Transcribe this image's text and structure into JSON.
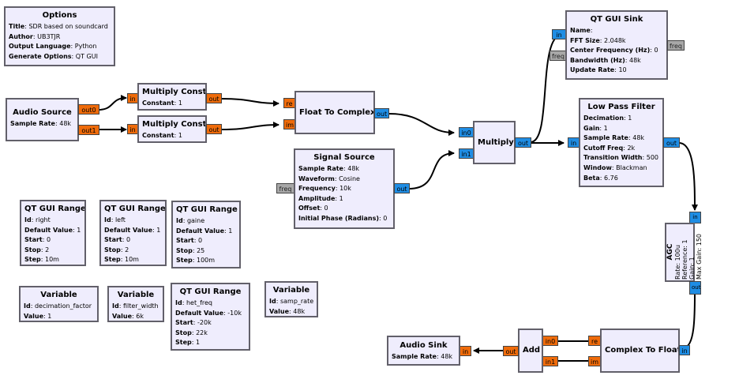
{
  "options": {
    "title": "Options",
    "rows": [
      {
        "k": "Title",
        "v": "SDR based on soundcard"
      },
      {
        "k": "Author",
        "v": "UB3TJR"
      },
      {
        "k": "Output Language",
        "v": "Python"
      },
      {
        "k": "Generate Options",
        "v": "QT GUI"
      }
    ]
  },
  "audio_source": {
    "title": "Audio Source",
    "rows": [
      {
        "k": "Sample Rate",
        "v": "48k"
      }
    ],
    "ports": [
      "out0",
      "out1"
    ]
  },
  "mult_const_1": {
    "title": "Multiply Const",
    "rows": [
      {
        "k": "Constant",
        "v": "1"
      }
    ],
    "in": "in",
    "out": "out"
  },
  "mult_const_2": {
    "title": "Multiply Const",
    "rows": [
      {
        "k": "Constant",
        "v": "1"
      }
    ],
    "in": "in",
    "out": "out"
  },
  "float_to_complex": {
    "title": "Float To Complex",
    "ports_in": [
      "re",
      "im"
    ],
    "out": "out"
  },
  "signal_source": {
    "title": "Signal Source",
    "rows": [
      {
        "k": "Sample Rate",
        "v": "48k"
      },
      {
        "k": "Waveform",
        "v": "Cosine"
      },
      {
        "k": "Frequency",
        "v": "10k"
      },
      {
        "k": "Amplitude",
        "v": "1"
      },
      {
        "k": "Offset",
        "v": "0"
      },
      {
        "k": "Initial Phase (Radians)",
        "v": "0"
      }
    ],
    "freq": "freq",
    "out": "out"
  },
  "multiply": {
    "title": "Multiply",
    "ports_in": [
      "in0",
      "in1"
    ],
    "out": "out"
  },
  "qt_gui_sink": {
    "title": "QT GUI Sink",
    "rows": [
      {
        "k": "Name",
        "v": ""
      },
      {
        "k": "FFT Size",
        "v": "2.048k"
      },
      {
        "k": "Center Frequency (Hz)",
        "v": "0"
      },
      {
        "k": "Bandwidth (Hz)",
        "v": "48k"
      },
      {
        "k": "Update Rate",
        "v": "10"
      }
    ],
    "in": "in",
    "freq_in": "freq",
    "freq_out": "freq"
  },
  "low_pass": {
    "title": "Low Pass Filter",
    "rows": [
      {
        "k": "Decimation",
        "v": "1"
      },
      {
        "k": "Gain",
        "v": "1"
      },
      {
        "k": "Sample Rate",
        "v": "48k"
      },
      {
        "k": "Cutoff Freq",
        "v": "2k"
      },
      {
        "k": "Transition Width",
        "v": "500"
      },
      {
        "k": "Window",
        "v": "Blackman"
      },
      {
        "k": "Beta",
        "v": "6.76"
      }
    ],
    "in": "in",
    "out": "out"
  },
  "agc": {
    "title": "AGC",
    "rows": [
      {
        "k": "Rate",
        "v": "100u"
      },
      {
        "k": "Reference",
        "v": "1"
      },
      {
        "k": "Gain",
        "v": "1"
      },
      {
        "k": "Max Gain",
        "v": "150"
      }
    ],
    "in": "in",
    "out": "out"
  },
  "complex_to_float": {
    "title": "Complex To Float",
    "in": "in",
    "ports_out": [
      "re",
      "im"
    ]
  },
  "add": {
    "title": "Add",
    "ports_in": [
      "in0",
      "in1"
    ],
    "out": "out"
  },
  "audio_sink": {
    "title": "Audio Sink",
    "rows": [
      {
        "k": "Sample Rate",
        "v": "48k"
      }
    ],
    "in": "in"
  },
  "range_right": {
    "title": "QT GUI Range",
    "rows": [
      {
        "k": "Id",
        "v": "right"
      },
      {
        "k": "Default Value",
        "v": "1"
      },
      {
        "k": "Start",
        "v": "0"
      },
      {
        "k": "Stop",
        "v": "2"
      },
      {
        "k": "Step",
        "v": "10m"
      }
    ]
  },
  "range_left": {
    "title": "QT GUI Range",
    "rows": [
      {
        "k": "Id",
        "v": "left"
      },
      {
        "k": "Default Value",
        "v": "1"
      },
      {
        "k": "Start",
        "v": "0"
      },
      {
        "k": "Stop",
        "v": "2"
      },
      {
        "k": "Step",
        "v": "10m"
      }
    ]
  },
  "range_gaine": {
    "title": "QT GUI Range",
    "rows": [
      {
        "k": "Id",
        "v": "gaine"
      },
      {
        "k": "Default Value",
        "v": "1"
      },
      {
        "k": "Start",
        "v": "0"
      },
      {
        "k": "Stop",
        "v": "25"
      },
      {
        "k": "Step",
        "v": "100m"
      }
    ]
  },
  "range_het": {
    "title": "QT GUI Range",
    "rows": [
      {
        "k": "Id",
        "v": "het_freq"
      },
      {
        "k": "Default Value",
        "v": "-10k"
      },
      {
        "k": "Start",
        "v": "-20k"
      },
      {
        "k": "Stop",
        "v": "22k"
      },
      {
        "k": "Step",
        "v": "1"
      }
    ]
  },
  "var_decim": {
    "title": "Variable",
    "rows": [
      {
        "k": "Id",
        "v": "decimation_factor"
      },
      {
        "k": "Value",
        "v": "1"
      }
    ]
  },
  "var_filter": {
    "title": "Variable",
    "rows": [
      {
        "k": "Id",
        "v": "filter_width"
      },
      {
        "k": "Value",
        "v": "6k"
      }
    ]
  },
  "var_samp": {
    "title": "Variable",
    "rows": [
      {
        "k": "Id",
        "v": "samp_rate"
      },
      {
        "k": "Value",
        "v": "48k"
      }
    ]
  },
  "colors": {
    "float_port": "#ef6b0a",
    "complex_port": "#1f8de4",
    "message_port": "#a8a8a8",
    "block_fill": "#efedfd"
  }
}
